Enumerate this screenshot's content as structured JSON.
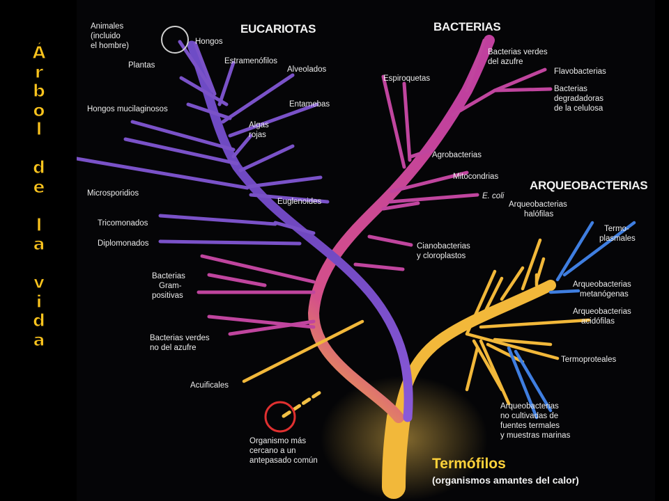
{
  "vertical_title": [
    "Á",
    "r",
    "b",
    "o",
    "l",
    "d",
    "e",
    "l",
    "a",
    "v",
    "i",
    "d",
    "a"
  ],
  "headers": {
    "eukarya": "EUCARIOTAS",
    "bacteria": "BACTERIAS",
    "archaea": "ARQUEOBACTERIAS"
  },
  "eukarya_labels": {
    "animals": [
      "Animales",
      "(incluido",
      "el hombre)"
    ],
    "fungi": "Hongos",
    "stramenopiles": "Estramenófilos",
    "plants": "Plantas",
    "alveolates": "Alveolados",
    "slime_molds": "Hongos mucilaginosos",
    "entamoebae": "Entamebas",
    "red_algae": [
      "Algas",
      "rojas"
    ],
    "microsporidia": "Microsporidios",
    "euglenoids": "Euglenoides",
    "trichomonads": "Tricomonados",
    "diplomonads": "Diplomonados"
  },
  "bacteria_labels": {
    "green_sulfur": [
      "Bacterias verdes",
      "del azufre"
    ],
    "flavobacteria": "Flavobacterias",
    "spirochetes": "Espiroquetas",
    "cellulose": [
      "Bacterias",
      "degradadoras",
      "de la celulosa"
    ],
    "agrobacteria": "Agrobacterias",
    "mitochondria": "Mitocondrias",
    "ecoli": "E. coli",
    "cyanobacteria": [
      "Cianobacterias",
      "y cloroplastos"
    ],
    "gram_positive": [
      "Bacterias",
      "Gram-",
      "positivas"
    ],
    "green_nonsulfur": [
      "Bacterias verdes",
      "no del azufre"
    ],
    "aquificales": "Acuificales",
    "ancestor": [
      "Organismo más",
      "cercano a un",
      "antepasado común"
    ]
  },
  "archaea_labels": {
    "halophiles": [
      "Arqueobacterias",
      "halófilas"
    ],
    "thermoplasma": [
      "Termo-",
      "plasmales"
    ],
    "methanogens": [
      "Arqueobacterias",
      "metanógenas"
    ],
    "acidophiles": [
      "Arqueobacterias",
      "acidófilas"
    ],
    "thermoproteales": "Termoproteales",
    "uncultured": [
      "Arqueobacterias",
      "no cultivadas de",
      "fuentes termales",
      "y muestras marinas"
    ]
  },
  "thermophiles": {
    "title": "Termófilos",
    "subtitle": "(organismos amantes del calor)"
  },
  "colors": {
    "eukarya": "#7a4ec8",
    "bacteria": "#c0459e",
    "archaea": "#3f7ee0",
    "thermophile": "#f2b83a",
    "ancestor_circle": "#e03030",
    "fungi_circle": "#cfcfcf",
    "side_title": "#ffc61e"
  }
}
